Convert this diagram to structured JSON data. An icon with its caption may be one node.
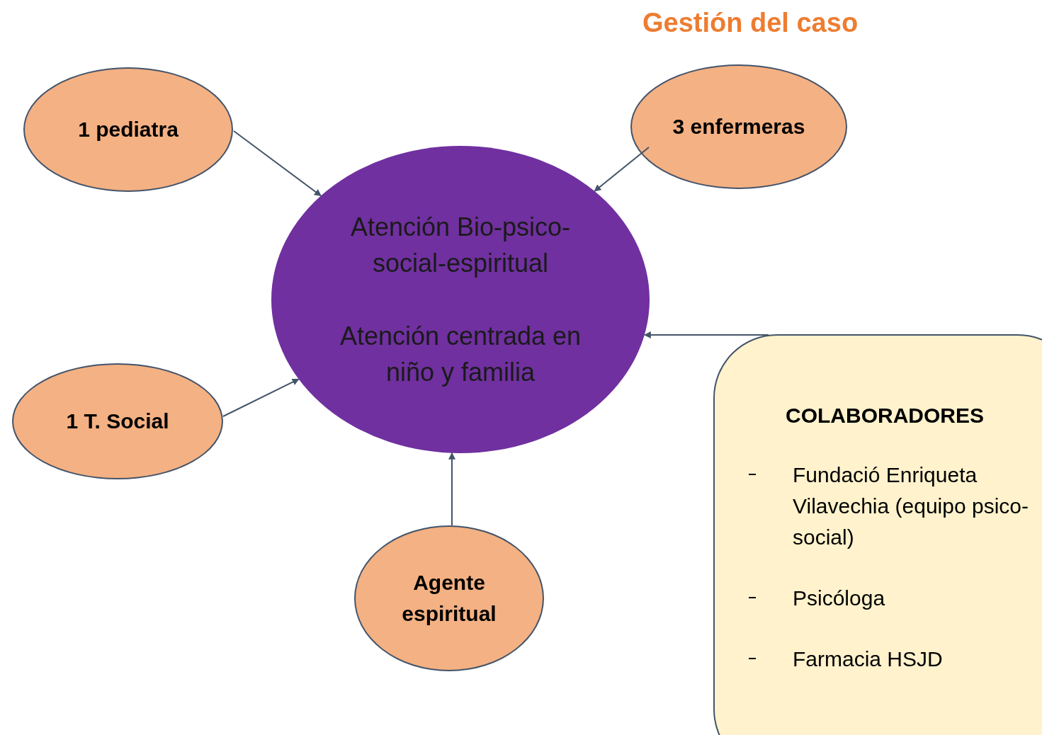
{
  "diagram": {
    "nodes": [
      {
        "text": [
          "1 pediatra"
        ]
      },
      {
        "text": [
          "3 enfermeras"
        ]
      },
      {
        "text": [
          "Atención Bio-psico-social-espiritual",
          "Atención centrada en niño y familia"
        ]
      },
      {
        "text": [
          "1 T. Social"
        ]
      },
      {
        "text": [
          "Agente espiritual"
        ]
      },
      {
        "text": [
          "COLABORADORES",
          "Fundació Enriqueta Vilavechia (equipo psico-social)",
          "Psicóloga",
          "Farmacia HSJD"
        ]
      }
    ],
    "edges": [
      {
        "from": 0,
        "to": 2,
        "arrow": "to"
      },
      {
        "from": 1,
        "to": 2,
        "arrow": "to"
      },
      {
        "from": 3,
        "to": 2,
        "arrow": "to"
      },
      {
        "from": 4,
        "to": 2,
        "arrow": "to"
      },
      {
        "from": 5,
        "to": 2,
        "arrow": "to"
      }
    ],
    "labels": [
      "Gestión del caso"
    ]
  }
}
